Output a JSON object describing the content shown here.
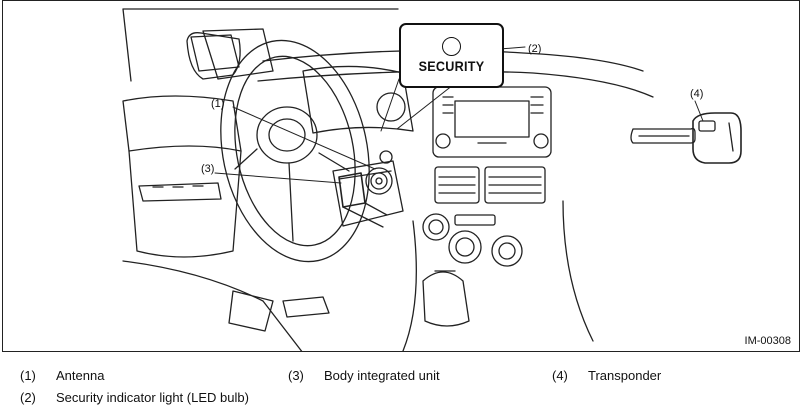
{
  "figure": {
    "id": "IM-00308",
    "indicator_text": "SECURITY",
    "callouts": [
      "(1)",
      "(2)",
      "(3)",
      "(4)"
    ]
  },
  "legend": [
    {
      "num": "(1)",
      "text": "Antenna"
    },
    {
      "num": "(2)",
      "text": "Security indicator light (LED bulb)"
    },
    {
      "num": "(3)",
      "text": "Body integrated unit"
    },
    {
      "num": "(4)",
      "text": "Transponder"
    }
  ]
}
